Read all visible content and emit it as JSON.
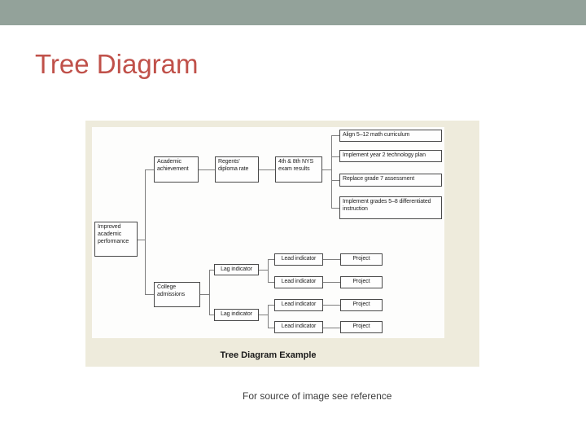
{
  "slide": {
    "title": "Tree Diagram",
    "title_color": "#c0514a",
    "topbar_color": "#93a29a",
    "footnote": "For source of image see reference"
  },
  "figure": {
    "caption": "Tree Diagram Example",
    "background_color": "#eeebdc",
    "canvas_color": "#fdfdfc"
  },
  "diagram": {
    "type": "tree",
    "nodes": [
      {
        "id": "root",
        "label": "Improved academic performance"
      },
      {
        "id": "academic",
        "label": "Academic achievement"
      },
      {
        "id": "regents",
        "label": "Regents' diploma rate"
      },
      {
        "id": "exam",
        "label": "4th & 8th NYS exam results"
      },
      {
        "id": "action1",
        "label": "Align 5–12 math curriculum"
      },
      {
        "id": "action2",
        "label": "Implement year 2 technology plan"
      },
      {
        "id": "action3",
        "label": "Replace grade 7 assessment"
      },
      {
        "id": "action4",
        "label": "Implement grades 5–8 differentiated instruction"
      },
      {
        "id": "college",
        "label": "College admissions"
      },
      {
        "id": "lag1",
        "label": "Lag indicator"
      },
      {
        "id": "lag2",
        "label": "Lag indicator"
      },
      {
        "id": "lead1",
        "label": "Lead indicator"
      },
      {
        "id": "lead2",
        "label": "Lead indicator"
      },
      {
        "id": "lead3",
        "label": "Lead indicator"
      },
      {
        "id": "lead4",
        "label": "Lead indicator"
      },
      {
        "id": "proj1",
        "label": "Project"
      },
      {
        "id": "proj2",
        "label": "Project"
      },
      {
        "id": "proj3",
        "label": "Project"
      },
      {
        "id": "proj4",
        "label": "Project"
      }
    ],
    "edges": [
      {
        "from": "root",
        "to": "academic"
      },
      {
        "from": "root",
        "to": "college"
      },
      {
        "from": "academic",
        "to": "regents"
      },
      {
        "from": "regents",
        "to": "exam"
      },
      {
        "from": "exam",
        "to": "action1"
      },
      {
        "from": "exam",
        "to": "action2"
      },
      {
        "from": "exam",
        "to": "action3"
      },
      {
        "from": "exam",
        "to": "action4"
      },
      {
        "from": "college",
        "to": "lag1"
      },
      {
        "from": "college",
        "to": "lag2"
      },
      {
        "from": "lag1",
        "to": "lead1"
      },
      {
        "from": "lag1",
        "to": "lead2"
      },
      {
        "from": "lag2",
        "to": "lead3"
      },
      {
        "from": "lag2",
        "to": "lead4"
      },
      {
        "from": "lead1",
        "to": "proj1"
      },
      {
        "from": "lead2",
        "to": "proj2"
      },
      {
        "from": "lead3",
        "to": "proj3"
      },
      {
        "from": "lead4",
        "to": "proj4"
      }
    ]
  }
}
